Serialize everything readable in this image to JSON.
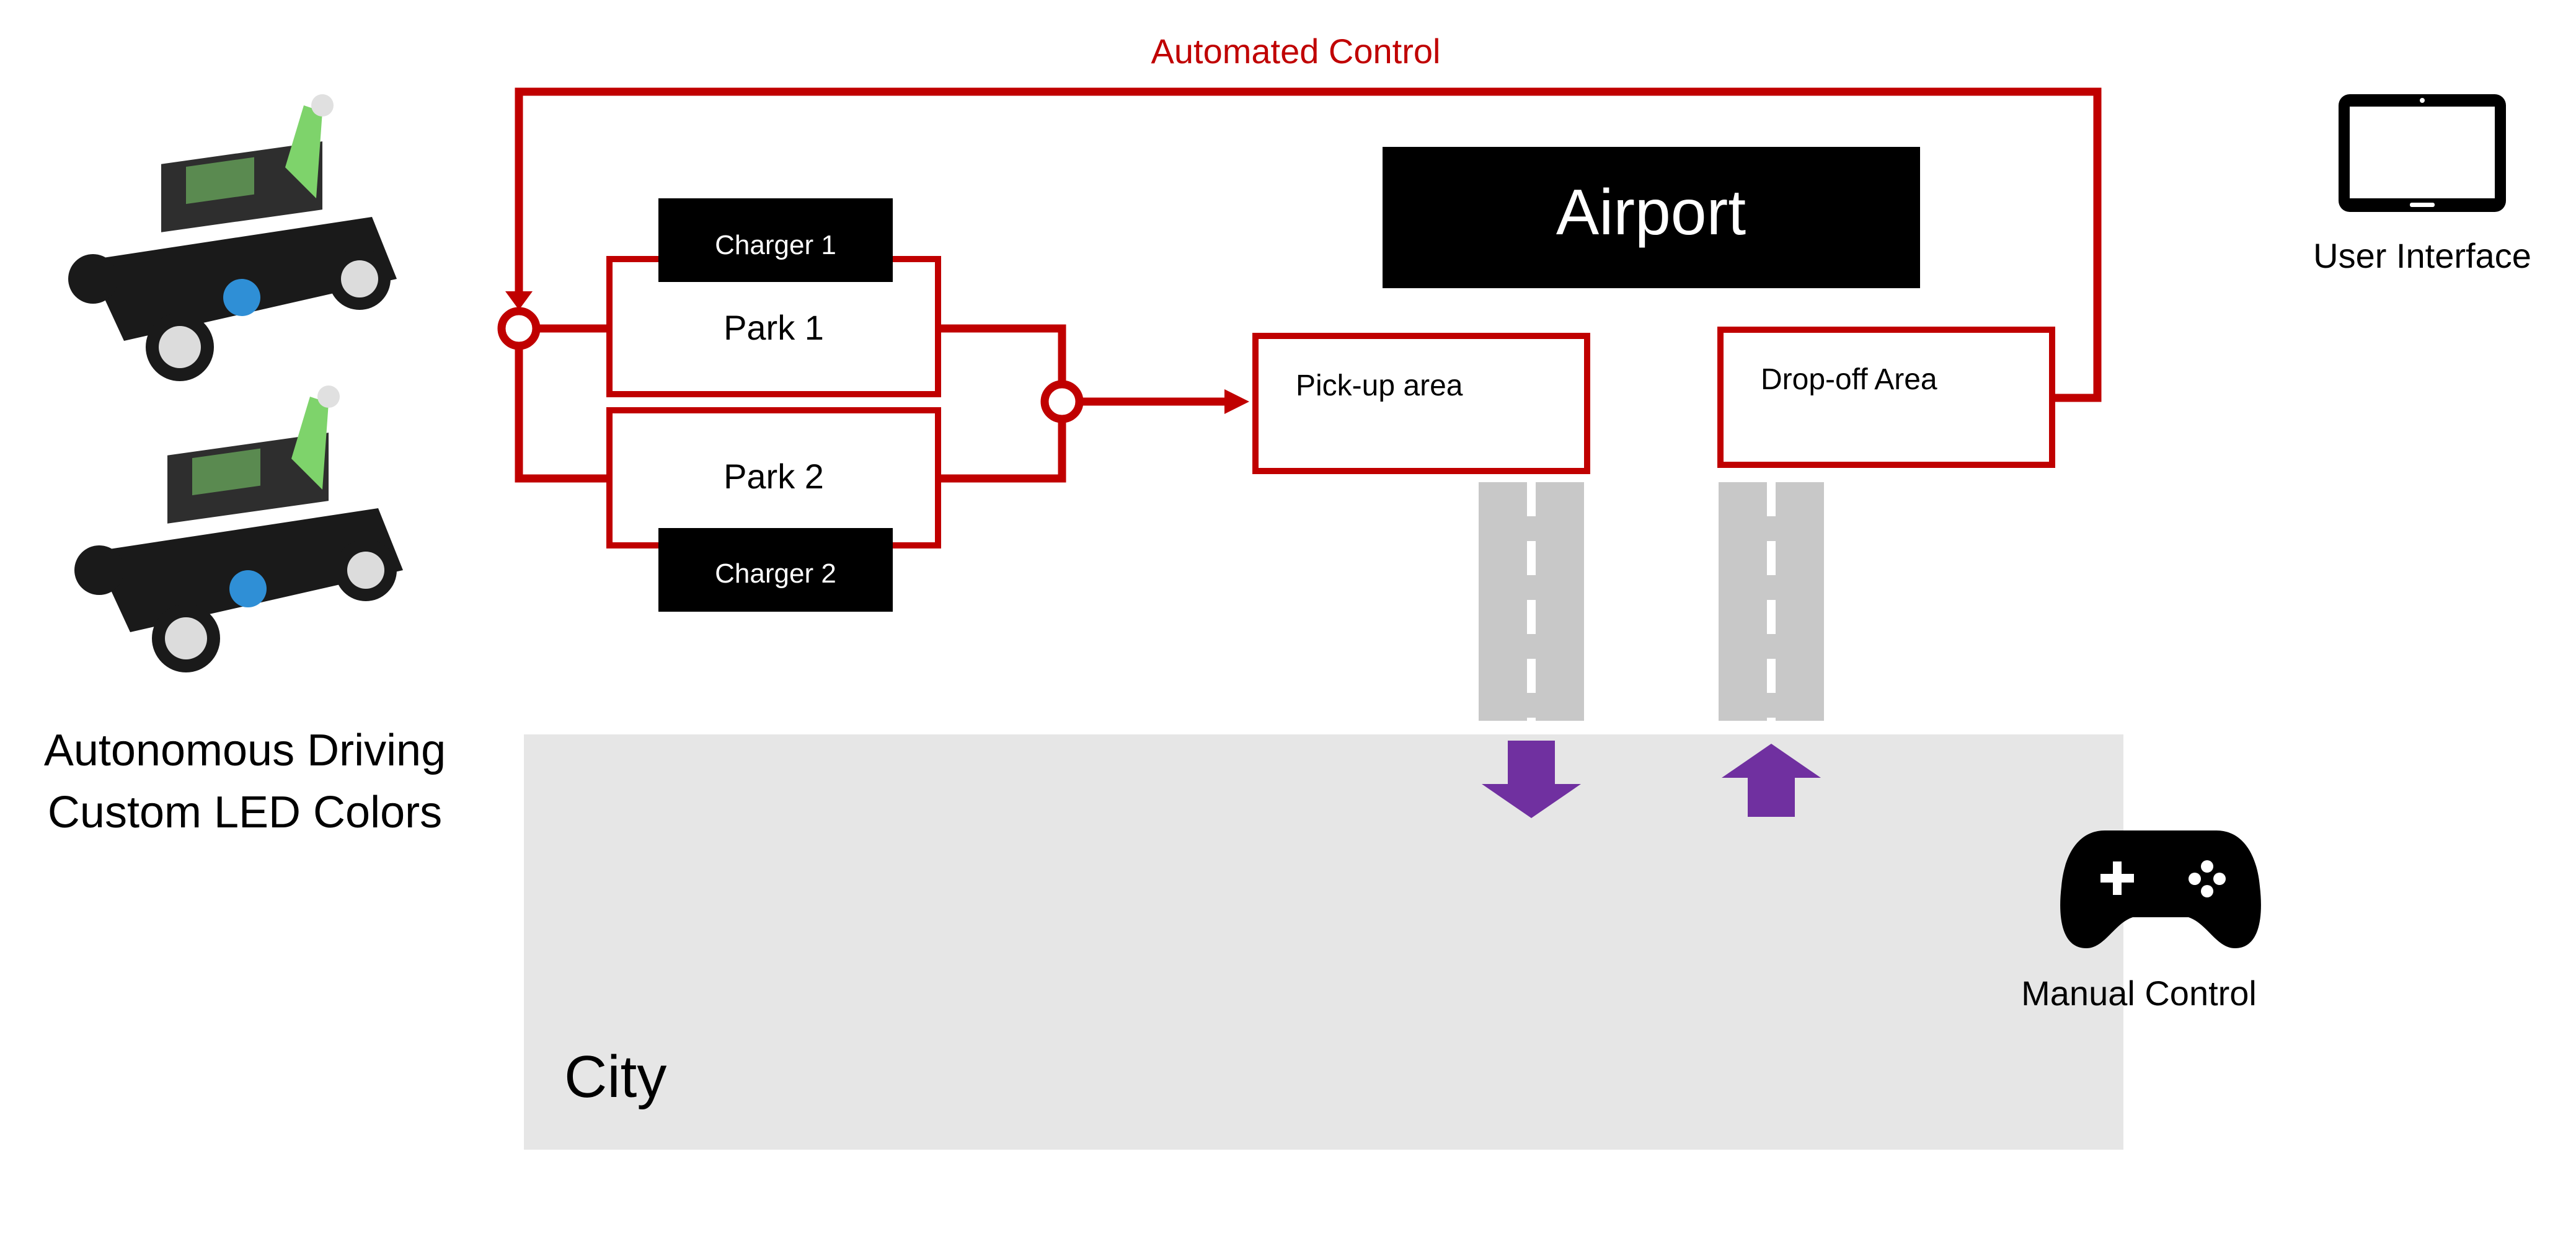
{
  "top_flow": {
    "label": "Automated Control",
    "color": "#c00000"
  },
  "airport": {
    "label": "Airport"
  },
  "park1": {
    "label": "Park 1"
  },
  "park2": {
    "label": "Park 2"
  },
  "charger1": {
    "label": "Charger 1"
  },
  "charger2": {
    "label": "Charger 2"
  },
  "pickup": {
    "label": "Pick-up area"
  },
  "dropoff": {
    "label": "Drop-off Area"
  },
  "city": {
    "label": "City"
  },
  "vehicle": {
    "line1": "Autonomous Driving",
    "line2": "Custom LED Colors",
    "icon": "robot-car-icon"
  },
  "user_interface": {
    "label": "User Interface",
    "icon": "tablet-icon"
  },
  "manual_control": {
    "label": "Manual Control",
    "icon": "gamepad-icon"
  },
  "colors": {
    "flow": "#c00000",
    "arrow": "#7030a0",
    "road": "#c8c8c8",
    "city": "#e6e6e6",
    "label_box": "#000000"
  }
}
